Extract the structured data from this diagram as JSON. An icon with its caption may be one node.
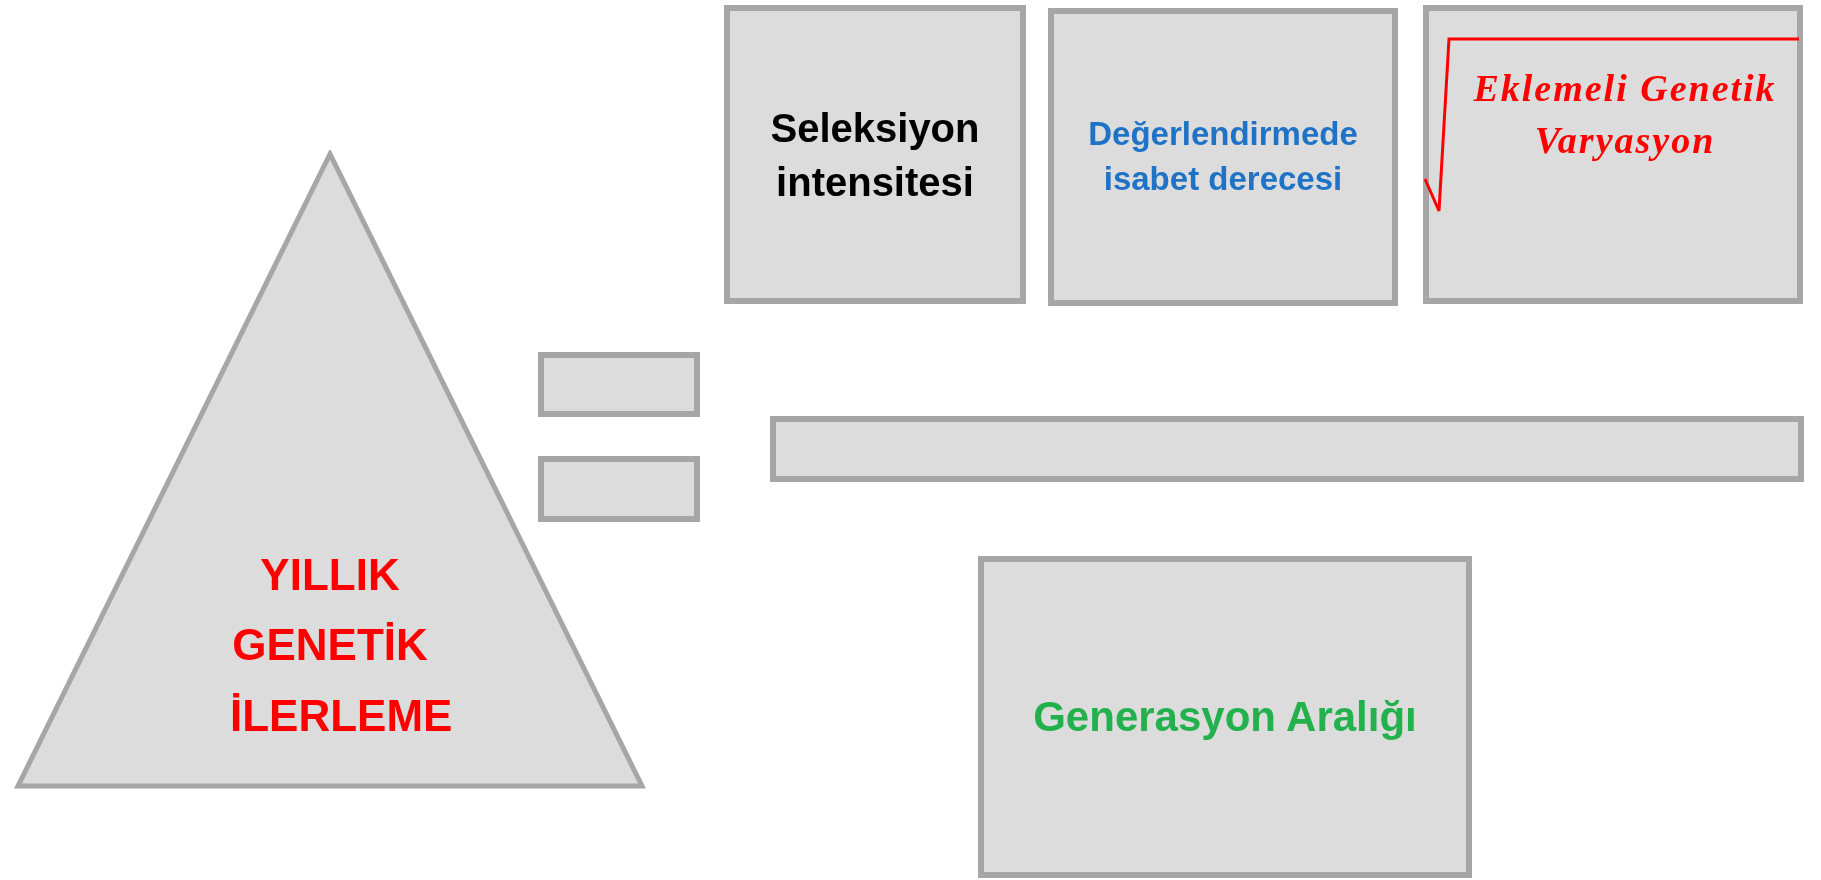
{
  "diagram": {
    "nodes": [
      {
        "text": [
          "YILLIK GENETİK İLERLEME"
        ]
      },
      {
        "text": [],
        "shape": "bar"
      },
      {
        "text": [],
        "shape": "bar"
      },
      {
        "text": [
          "Seleksiyon intensitesi"
        ]
      },
      {
        "text": [
          "Değerlendirmede isabet derecesi"
        ]
      },
      {
        "text": [
          "Eklemeli Genetik Varyasyon"
        ]
      },
      {
        "text": [],
        "shape": "bar"
      },
      {
        "text": [
          "Generasyon Aralığı"
        ]
      }
    ]
  }
}
